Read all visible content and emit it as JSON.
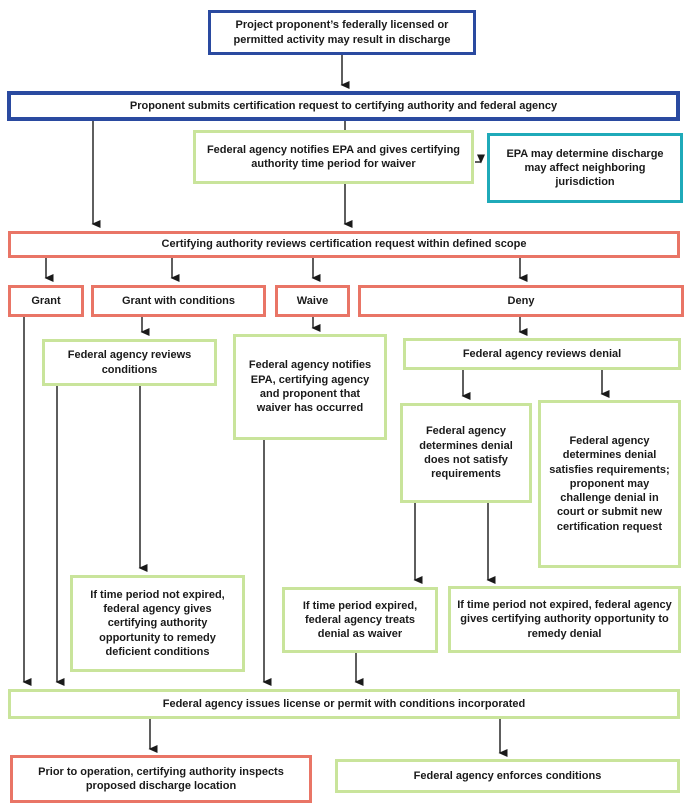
{
  "diagram": {
    "name": "Water quality certification process flowchart",
    "colors": {
      "navy": "#2A4AA0",
      "green": "#C9E49B",
      "teal": "#1FAAB9",
      "red": "#E97566",
      "ink": "#1A1A1A"
    },
    "nodes": {
      "start": {
        "label": "Project proponent’s federally licensed or permitted activity may result in discharge"
      },
      "submit": {
        "label": "Proponent submits certification request to certifying authority and federal agency"
      },
      "notify": {
        "label": "Federal agency notifies EPA and gives certifying authority time period for waiver"
      },
      "epa": {
        "label": "EPA may determine discharge may affect neighboring jurisdiction"
      },
      "review": {
        "label": "Certifying authority reviews certification request within defined scope"
      },
      "grant": {
        "label": "Grant"
      },
      "grantcond": {
        "label": "Grant with conditions"
      },
      "waive": {
        "label": "Waive"
      },
      "deny": {
        "label": "Deny"
      },
      "reviewcond": {
        "label": "Federal agency reviews conditions"
      },
      "notifywaiver": {
        "label": "Federal agency notifies EPA, certifying agency and proponent that waiver has occurred"
      },
      "reviewdenial": {
        "label": "Federal agency reviews denial"
      },
      "denialnotsatisfy": {
        "label": "Federal agency determines denial does not satisfy requirements"
      },
      "denialsatisfies": {
        "label": "Federal agency determines denial satisfies requirements; proponent may challenge denial in court or submit new certification request"
      },
      "remedydeficient": {
        "label": "If time period not expired, federal agency gives certifying authority opportunity to remedy deficient conditions"
      },
      "treatswaiver": {
        "label": "If time period expired, federal agency treats denial as waiver"
      },
      "remedydenial": {
        "label": "If time period not expired, federal agency gives certifying authority opportunity to remedy denial"
      },
      "issues": {
        "label": "Federal agency issues license or permit with conditions incorporated"
      },
      "inspect": {
        "label": "Prior to operation, certifying authority inspects proposed discharge location"
      },
      "enforce": {
        "label": "Federal agency enforces conditions"
      }
    }
  }
}
